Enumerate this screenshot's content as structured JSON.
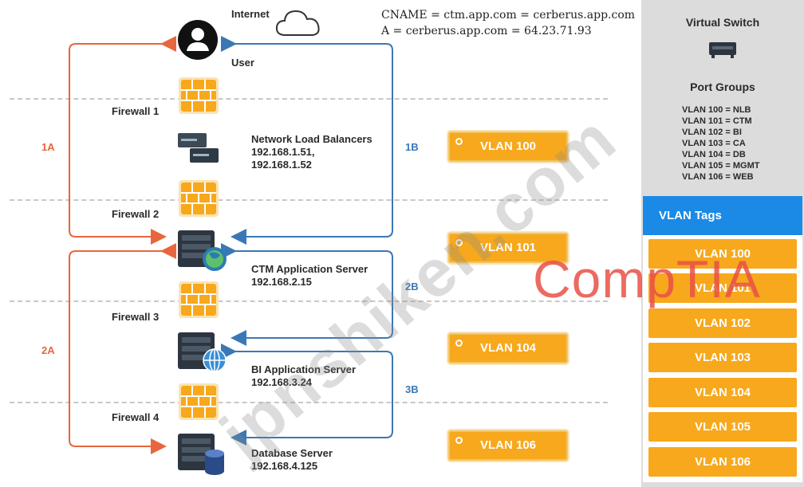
{
  "header": {
    "internet_label": "Internet",
    "user_label": "User",
    "cname_line": "CNAME = ctm.app.com = cerberus.app.com",
    "a_line": "A = cerberus.app.com = 64.23.71.93"
  },
  "nodes": {
    "firewall1": "Firewall 1",
    "firewall2": "Firewall 2",
    "firewall3": "Firewall 3",
    "firewall4": "Firewall 4",
    "nlb_title": "Network Load Balancers",
    "nlb_ip1": "192.168.1.51,",
    "nlb_ip2": "192.168.1.52",
    "ctm_title": "CTM Application Server",
    "ctm_ip": "192.168.2.15",
    "bi_title": "BI Application Server",
    "bi_ip": "192.168.3.24",
    "db_title": "Database Server",
    "db_ip": "192.168.4.125"
  },
  "flows": {
    "a1": "1A",
    "a2": "2A",
    "b1": "1B",
    "b2": "2B",
    "b3": "3B"
  },
  "vlan_assignments": [
    "VLAN 100",
    "VLAN 101",
    "VLAN 104",
    "VLAN 106"
  ],
  "sidebar": {
    "title": "Virtual Switch",
    "port_groups_title": "Port Groups",
    "port_groups": [
      "VLAN 100 = NLB",
      "VLAN 101 = CTM",
      "VLAN 102 = BI",
      "VLAN 103 = CA",
      "VLAN 104 = DB",
      "VLAN 105 = MGMT",
      "VLAN 106 = WEB"
    ],
    "tags_title": "VLAN Tags",
    "tags": [
      "VLAN 100",
      "VLAN 101",
      "VLAN 102",
      "VLAN 103",
      "VLAN 104",
      "VLAN 105",
      "VLAN 106"
    ]
  },
  "watermarks": {
    "site": "jpnshiken.com",
    "logo": "CompTIA"
  },
  "colors": {
    "orange_arrow": "#e8663d",
    "blue_arrow": "#3a78b5",
    "vlan_orange": "#f7a81c",
    "tags_header_blue": "#1a8ae6"
  }
}
